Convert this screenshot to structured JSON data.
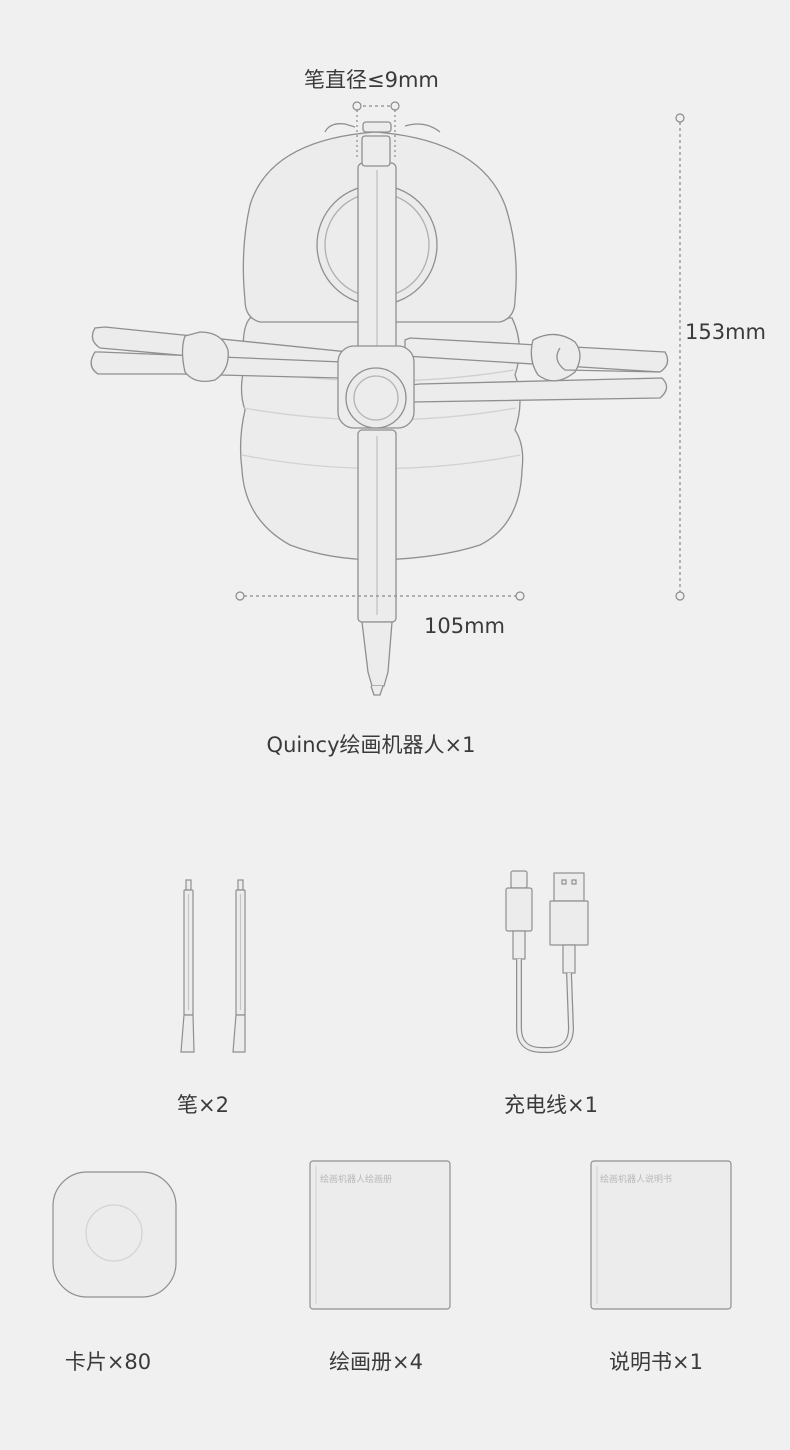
{
  "robot": {
    "pen_diameter_label": "笔直径≤9mm",
    "height_label": "153mm",
    "width_label": "105mm",
    "caption": "Quincy绘画机器人×1"
  },
  "accessories": {
    "pens": {
      "caption": "笔×2"
    },
    "cable": {
      "caption": "充电线×1"
    },
    "cards": {
      "caption": "卡片×80"
    },
    "drawing_book": {
      "caption": "绘画册×4",
      "cover_text": "绘画机器人绘画册"
    },
    "manual": {
      "caption": "说明书×1",
      "cover_text": "绘画机器人说明书"
    }
  },
  "colors": {
    "background": "#f0f0f0",
    "outline": "#8c8c8c",
    "fill": "#ebebeb",
    "text": "#3a3a3a"
  }
}
